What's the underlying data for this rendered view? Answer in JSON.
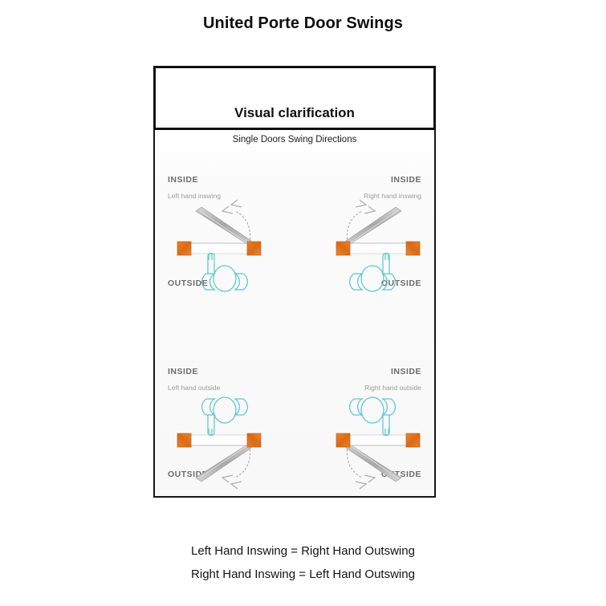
{
  "page": {
    "title": "United Porte Door Swings"
  },
  "figure": {
    "header_title": "Visual clarification",
    "subtitle": "Single Doors Swing Directions",
    "cells": [
      {
        "id": "top-left",
        "inside_label": "INSIDE",
        "hand_label": "Left hand  inswing",
        "outside_label": "OUTSIDE",
        "hinge_side": "right",
        "swing": "inswing"
      },
      {
        "id": "top-right",
        "inside_label": "INSIDE",
        "hand_label": "Right hand  inswing",
        "outside_label": "OUTSIDE",
        "hinge_side": "left",
        "swing": "inswing"
      },
      {
        "id": "bottom-left",
        "inside_label": "INSIDE",
        "hand_label": "Left hand  outside",
        "outside_label": "OUTSIDE",
        "hinge_side": "right",
        "swing": "outswing"
      },
      {
        "id": "bottom-right",
        "inside_label": "INSIDE",
        "hand_label": "Right hand  outside",
        "outside_label": "OUTSIDE",
        "hinge_side": "left",
        "swing": "outswing"
      }
    ]
  },
  "footer": {
    "line1": "Left Hand Inswing = Right Hand Outswing",
    "line2": "Right Hand Inswing = Left Hand Outswing"
  },
  "colors": {
    "jamb_orange": "#E2731C",
    "door_gray": "#B9B9B9",
    "person_teal": "#5CC8CE",
    "border_black": "#101010",
    "label_gray": "#6C6C6C",
    "hand_gray": "#9A9A9A",
    "panel_bg": "#FAFAFA"
  },
  "icons": {
    "door_panel": "door-panel-icon",
    "jamb_block": "door-jamb-icon",
    "swing_arc": "swing-arc-icon",
    "person": "person-top-view-icon"
  }
}
